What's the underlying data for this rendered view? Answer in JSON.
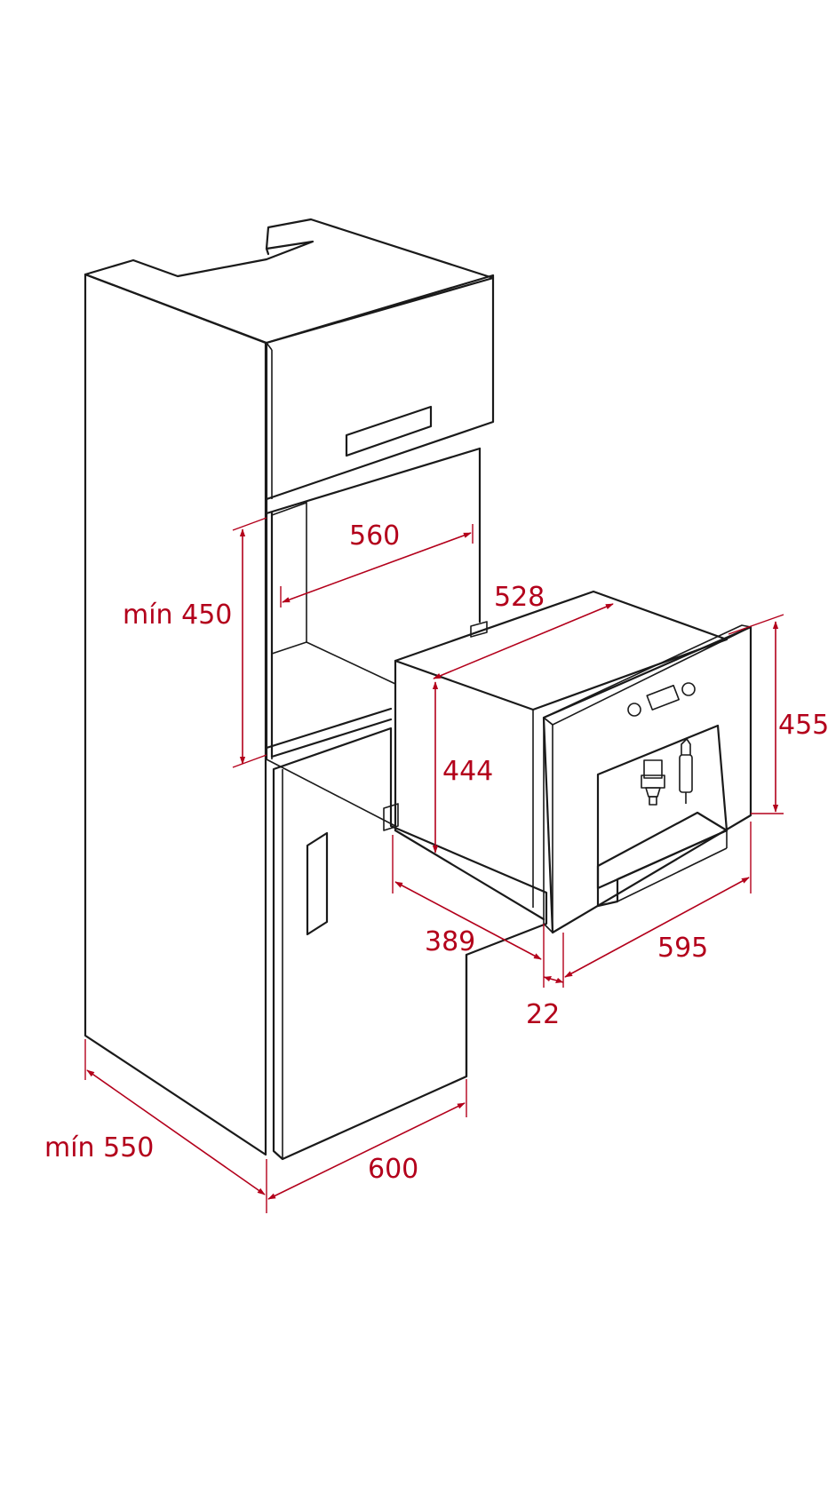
{
  "colors": {
    "outline": "#1a1a1a",
    "dimension": "#b3001b",
    "background": "#ffffff"
  },
  "dimensions": {
    "niche_width": "560",
    "niche_min_height": "mín 450",
    "appliance_depth": "528",
    "appliance_body_height": "444",
    "front_height": "455",
    "body_depth": "389",
    "front_thickness": "22",
    "front_width": "595",
    "cabinet_min_depth": "mín 550",
    "cabinet_width": "600"
  }
}
